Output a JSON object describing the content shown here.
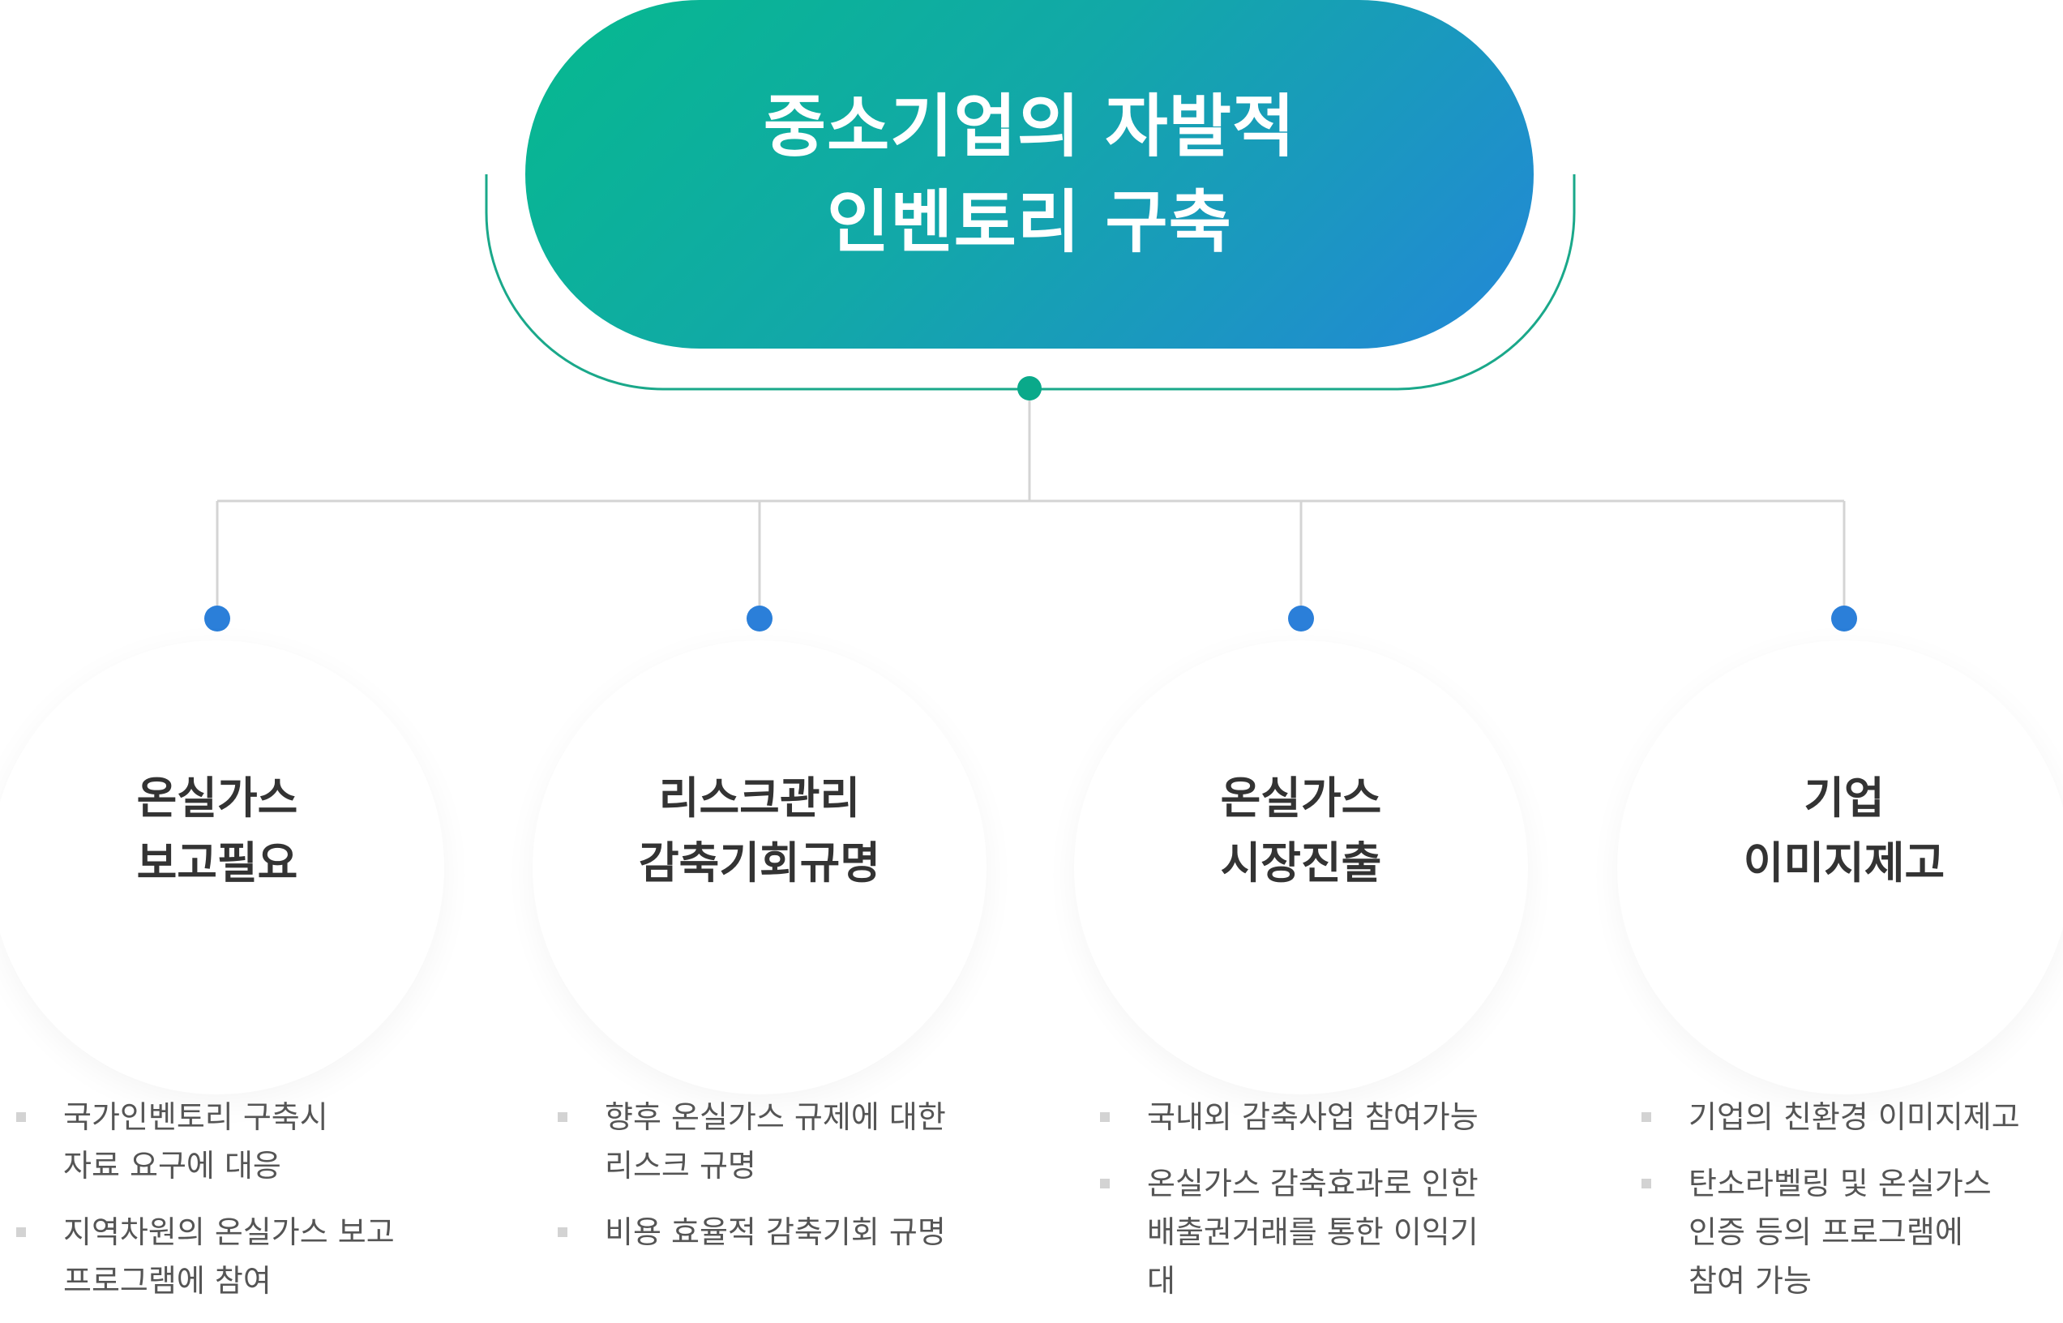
{
  "center": {
    "title_lines": [
      "중소기업의 자발적",
      "인벤토리 구축"
    ]
  },
  "columns": [
    {
      "title_lines": [
        "온실가스",
        "보고필요"
      ],
      "bullets": [
        [
          "국가인벤토리 구축시",
          "자료 요구에 대응"
        ],
        [
          "지역차원의 온실가스 보고",
          "프로그램에 참여"
        ]
      ]
    },
    {
      "title_lines": [
        "리스크관리",
        "감축기회규명"
      ],
      "bullets": [
        [
          "향후 온실가스 규제에 대한",
          "리스크 규명"
        ],
        [
          "비용 효율적 감축기회 규명"
        ]
      ]
    },
    {
      "title_lines": [
        "온실가스",
        "시장진출"
      ],
      "bullets": [
        [
          "국내외 감축사업 참여가능"
        ],
        [
          "온실가스 감축효과로 인한",
          "배출권거래를 통한 이익기대"
        ]
      ]
    },
    {
      "title_lines": [
        "기업",
        "이미지제고"
      ],
      "bullets": [
        [
          "기업의 친환경 이미지제고"
        ],
        [
          "탄소라벨링 및 온실가스",
          "인증 등의 프로그램에",
          "참여 가능"
        ]
      ]
    }
  ],
  "colors": {
    "gradient_start": "#06b98e",
    "gradient_end": "#2387d8",
    "bracket_line": "#1aa88a",
    "hub_dot": "#0aa98a",
    "connector_line": "#d4d4d4",
    "branch_dot": "#2b7fd9",
    "title_text": "#333333",
    "bullet_text": "#555555",
    "bullet_marker": "#d3d3d3"
  }
}
